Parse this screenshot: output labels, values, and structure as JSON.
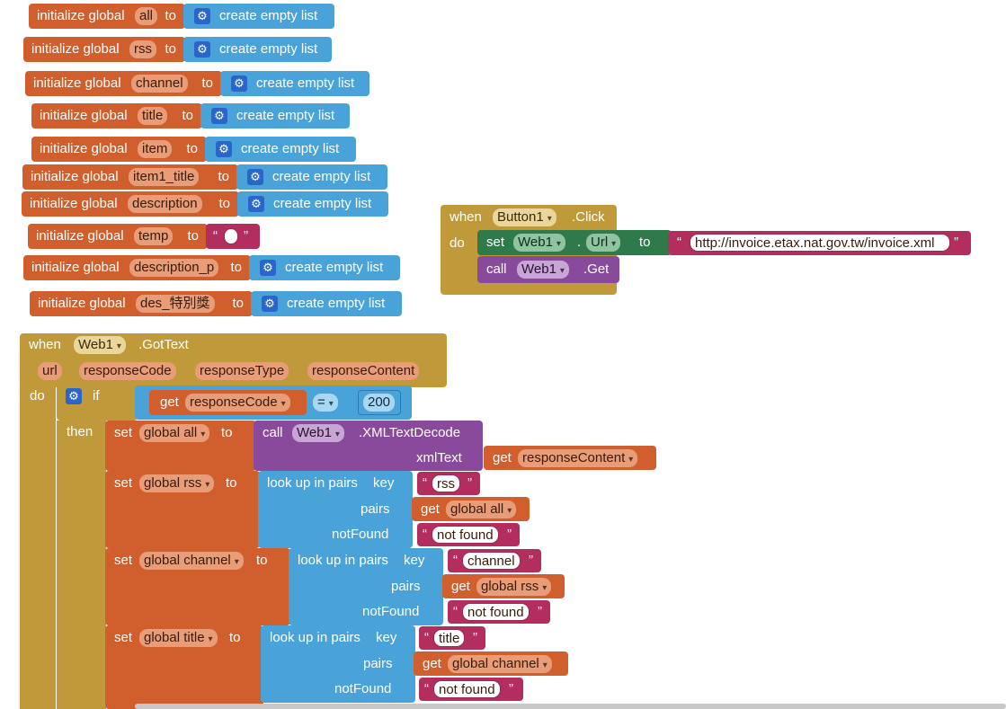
{
  "globals": [
    {
      "label": "initialize global",
      "var": "all",
      "to": "to",
      "value": "create empty list"
    },
    {
      "label": "initialize global",
      "var": "rss",
      "to": "to",
      "value": "create empty list"
    },
    {
      "label": "initialize global",
      "var": "channel",
      "to": "to",
      "value": "create empty list"
    },
    {
      "label": "initialize global",
      "var": "title",
      "to": "to",
      "value": "create empty list"
    },
    {
      "label": "initialize global",
      "var": "item",
      "to": "to",
      "value": "create empty list"
    },
    {
      "label": "initialize global",
      "var": "item1_title",
      "to": "to",
      "value": "create empty list"
    },
    {
      "label": "initialize global",
      "var": "description",
      "to": "to",
      "value": "create empty list"
    },
    {
      "label": "initialize global",
      "var": "temp",
      "to": "to",
      "value": ""
    },
    {
      "label": "initialize global",
      "var": "description_p",
      "to": "to",
      "value": "create empty list"
    },
    {
      "label": "initialize global",
      "var": "des_特別獎",
      "to": "to",
      "value": "create empty list"
    }
  ],
  "button_event": {
    "when": "when",
    "component": "Button1",
    "event": ".Click",
    "do": "do",
    "set": "set",
    "set_component": "Web1",
    "dot": ".",
    "property": "Url",
    "to": "to",
    "url": "http://invoice.etax.nat.gov.tw/invoice.xml",
    "call": "call",
    "call_component": "Web1",
    "method": ".Get"
  },
  "web_event": {
    "when": "when",
    "component": "Web1",
    "event": ".GotText",
    "params": [
      "url",
      "responseCode",
      "responseType",
      "responseContent"
    ],
    "do": "do",
    "if": "if",
    "then": "then",
    "get": "get",
    "cond_var": "responseCode",
    "op": "=",
    "cond_value": "200",
    "set1": {
      "set": "set",
      "var": "global all",
      "to": "to",
      "call": "call",
      "component": "Web1",
      "method": ".XMLTextDecode",
      "arg_label": "xmlText",
      "get": "get",
      "arg_var": "responseContent"
    },
    "set2": {
      "set": "set",
      "var": "global rss",
      "to": "to",
      "lookup": "look up in pairs",
      "key": "key",
      "key_value": "rss",
      "pairs": "pairs",
      "get": "get",
      "pairs_var": "global all",
      "notfound": "notFound",
      "notfound_value": "not found"
    },
    "set3": {
      "set": "set",
      "var": "global channel",
      "to": "to",
      "lookup": "look up in pairs",
      "key": "key",
      "key_value": "channel",
      "pairs": "pairs",
      "get": "get",
      "pairs_var": "global rss",
      "notfound": "notFound",
      "notfound_value": "not found"
    },
    "set4": {
      "set": "set",
      "var": "global title",
      "to": "to",
      "lookup": "look up in pairs",
      "key": "key",
      "key_value": "title",
      "pairs": "pairs",
      "get": "get",
      "pairs_var": "global channel",
      "notfound": "notFound",
      "notfound_value": "not found"
    }
  },
  "quote_open": "“",
  "quote_close": "”",
  "gear_icon": "gear-icon",
  "colors": {
    "variable": "#d05f2d",
    "list": "#4aa3d8",
    "text": "#b32d5e",
    "control": "#c09a3a",
    "component_set": "#2f7a4a",
    "component_call": "#8a4a9b"
  }
}
